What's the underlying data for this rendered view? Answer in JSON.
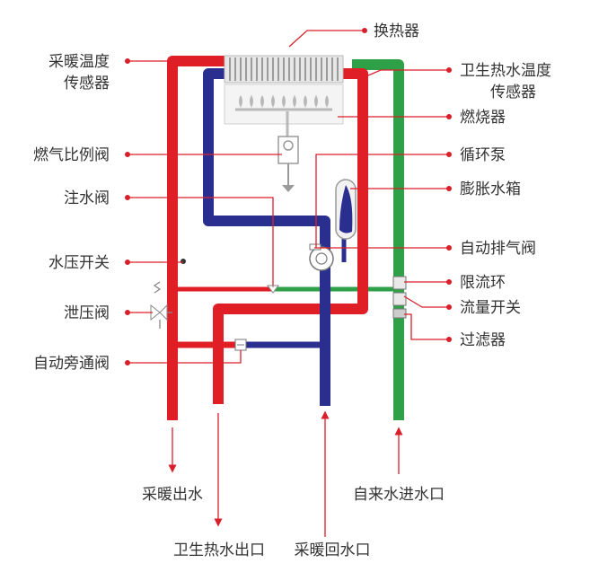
{
  "colors": {
    "hot": "#e01e25",
    "return": "#2a2f8f",
    "cold": "#2ea148",
    "leader": "#d9202a",
    "text": "#333333",
    "component": "#b9b9b9"
  },
  "labels": {
    "heat_exchanger": "换热器",
    "heating_temp_sensor_1": "采暖温度",
    "heating_temp_sensor_2": "传感器",
    "dhw_temp_sensor_1": "卫生热水温度",
    "dhw_temp_sensor_2": "传感器",
    "burner": "燃烧器",
    "gas_valve": "燃气比例阀",
    "circulation_pump": "循环泵",
    "fill_valve": "注水阀",
    "expansion_tank": "膨胀水箱",
    "auto_air_vent": "自动排气阀",
    "pressure_switch": "水压开关",
    "flow_restrictor": "限流环",
    "relief_valve": "泄压阀",
    "flow_switch": "流量开关",
    "bypass_valve": "自动旁通阀",
    "filter": "过滤器",
    "heating_out": "采暖出水",
    "cold_in": "自来水进水口",
    "dhw_out": "卫生热水出口",
    "heating_return": "采暖回水口"
  }
}
